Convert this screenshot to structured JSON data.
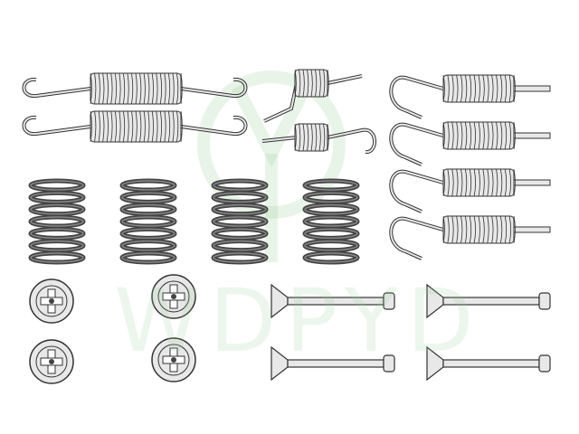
{
  "watermark": {
    "text": "WDPYD",
    "color": "#96cd96"
  },
  "colors": {
    "outline": "#333333",
    "metal_fill": "#e8e8e8",
    "dark_coil": "#444444",
    "background": "#ffffff"
  },
  "parts": {
    "long_springs_with_hooks": 2,
    "small_spring_levers": 2,
    "hook_springs": 4,
    "compression_springs": 4,
    "retainer_caps": 4,
    "hold_down_pins": 4
  }
}
